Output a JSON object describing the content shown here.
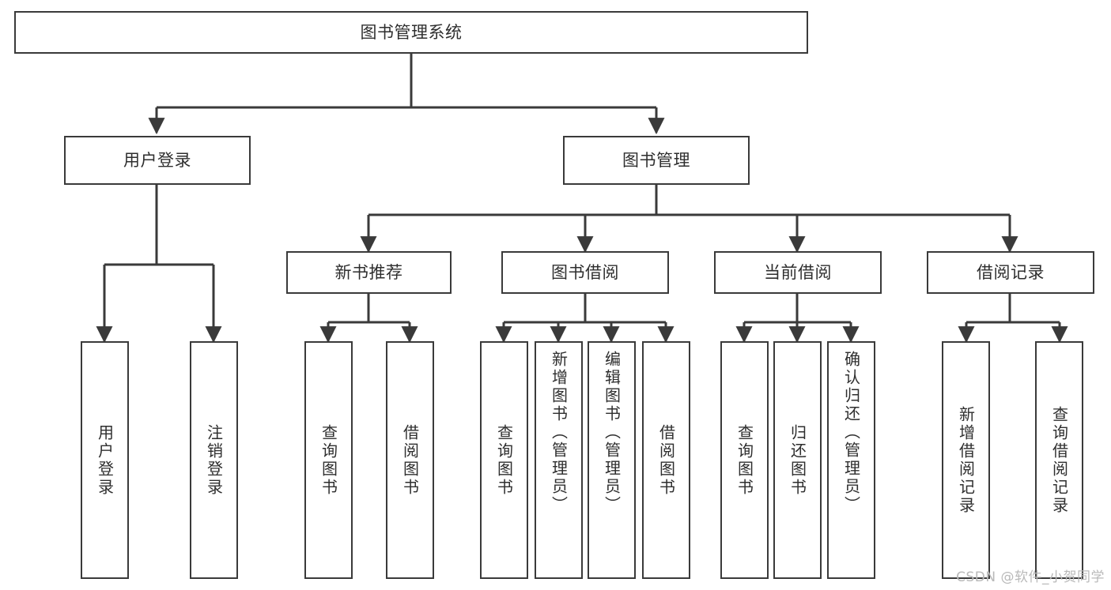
{
  "diagram": {
    "title": "图书管理系统",
    "colors": {
      "box_border": "#3a3a3a",
      "box_fill": "#ffffff",
      "text": "#2e2e2e",
      "edge": "#3a3a3a",
      "watermark": "#b9b9b9"
    },
    "root": {
      "label": "图书管理系统"
    },
    "level2": [
      {
        "label": "用户登录"
      },
      {
        "label": "图书管理"
      }
    ],
    "level3": [
      {
        "label": "新书推荐"
      },
      {
        "label": "图书借阅"
      },
      {
        "label": "当前借阅"
      },
      {
        "label": "借阅记录"
      }
    ],
    "leaves": {
      "user_login": [
        {
          "label": "用户登录"
        },
        {
          "label": "注销登录"
        }
      ],
      "new_book_recommend": [
        {
          "label": "查询图书"
        },
        {
          "label": "借阅图书"
        }
      ],
      "book_borrow": [
        {
          "label": "查询图书"
        },
        {
          "label": "新增图书（管理员）"
        },
        {
          "label": "编辑图书（管理员）"
        },
        {
          "label": "借阅图书"
        }
      ],
      "current_borrow": [
        {
          "label": "查询图书"
        },
        {
          "label": "归还图书"
        },
        {
          "label": "确认归还（管理员）"
        }
      ],
      "borrow_records": [
        {
          "label": "新增借阅记录"
        },
        {
          "label": "查询借阅记录"
        }
      ]
    }
  },
  "watermark": {
    "text": "CSDN @软件_小贺同学"
  }
}
